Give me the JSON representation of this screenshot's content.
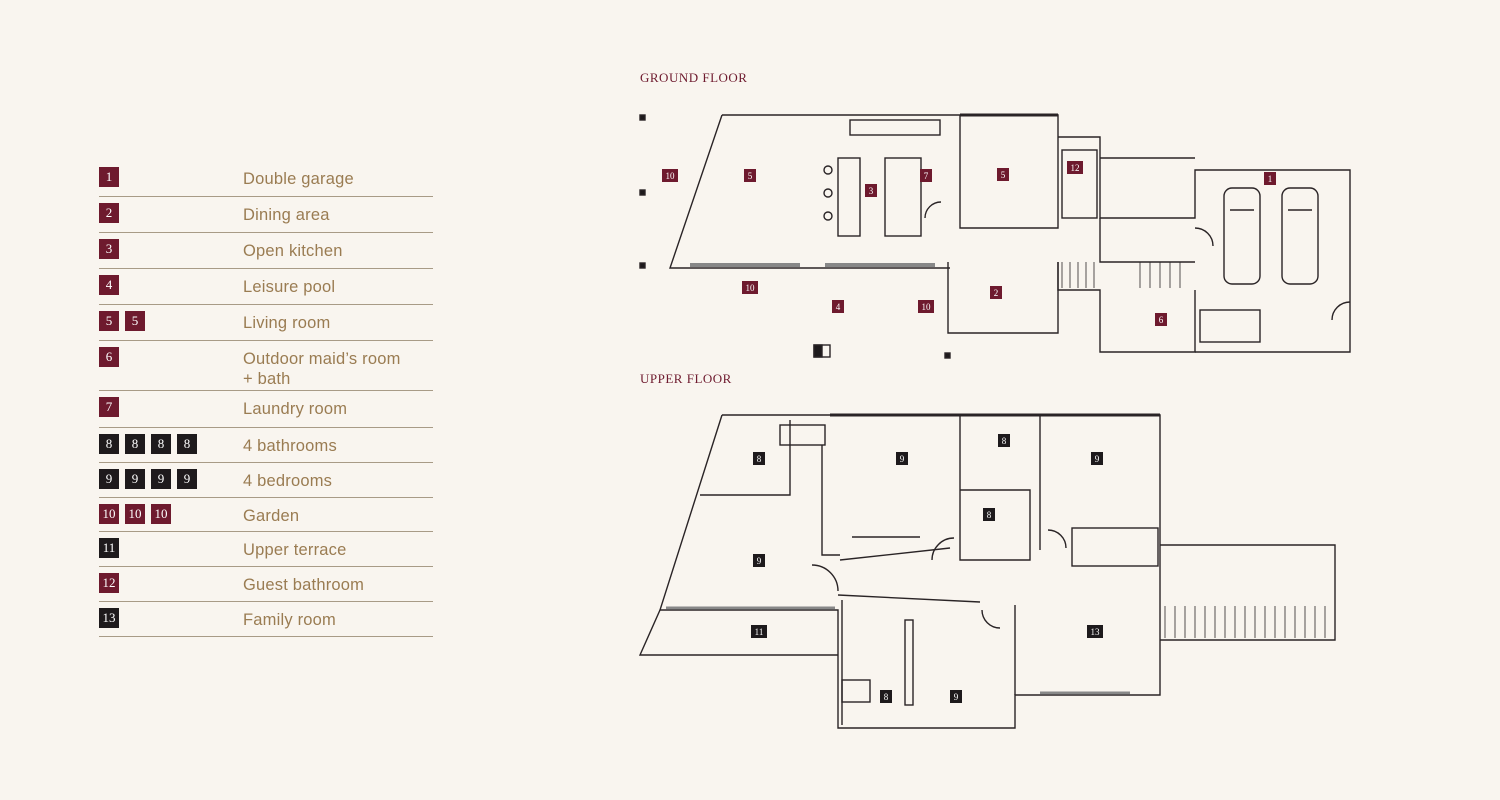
{
  "legend": [
    {
      "numbers": [
        "1"
      ],
      "color": "red",
      "label": "Double garage"
    },
    {
      "numbers": [
        "2"
      ],
      "color": "red",
      "label": "Dining area"
    },
    {
      "numbers": [
        "3"
      ],
      "color": "red",
      "label": "Open kitchen"
    },
    {
      "numbers": [
        "4"
      ],
      "color": "red",
      "label": "Leisure pool"
    },
    {
      "numbers": [
        "5",
        "5"
      ],
      "color": "red",
      "label": "Living room"
    },
    {
      "numbers": [
        "6"
      ],
      "color": "red",
      "label": "Outdoor maid’s room\n+ bath"
    },
    {
      "numbers": [
        "7"
      ],
      "color": "red",
      "label": "Laundry room"
    },
    {
      "numbers": [
        "8",
        "8",
        "8",
        "8"
      ],
      "color": "dark",
      "label": "4 bathrooms"
    },
    {
      "numbers": [
        "9",
        "9",
        "9",
        "9"
      ],
      "color": "dark",
      "label": "4 bedrooms"
    },
    {
      "numbers": [
        "10",
        "10",
        "10"
      ],
      "color": "red",
      "label": "Garden"
    },
    {
      "numbers": [
        "11"
      ],
      "color": "dark",
      "label": "Upper terrace"
    },
    {
      "numbers": [
        "12"
      ],
      "color": "red",
      "label": "Guest bathroom"
    },
    {
      "numbers": [
        "13"
      ],
      "color": "dark",
      "label": "Family room"
    }
  ],
  "ground_floor": {
    "title": "GROUND FLOOR",
    "tags": [
      {
        "n": "10",
        "color": "red"
      },
      {
        "n": "5",
        "color": "red"
      },
      {
        "n": "3",
        "color": "red"
      },
      {
        "n": "7",
        "color": "red"
      },
      {
        "n": "5",
        "color": "red"
      },
      {
        "n": "12",
        "color": "red"
      },
      {
        "n": "1",
        "color": "red"
      },
      {
        "n": "10",
        "color": "red"
      },
      {
        "n": "4",
        "color": "red"
      },
      {
        "n": "10",
        "color": "red"
      },
      {
        "n": "2",
        "color": "red"
      },
      {
        "n": "6",
        "color": "red"
      }
    ]
  },
  "upper_floor": {
    "title": "UPPER FLOOR",
    "tags": [
      {
        "n": "8",
        "color": "dark"
      },
      {
        "n": "9",
        "color": "dark"
      },
      {
        "n": "8",
        "color": "dark"
      },
      {
        "n": "9",
        "color": "dark"
      },
      {
        "n": "8",
        "color": "dark"
      },
      {
        "n": "9",
        "color": "dark"
      },
      {
        "n": "11",
        "color": "dark"
      },
      {
        "n": "13",
        "color": "dark"
      },
      {
        "n": "8",
        "color": "dark"
      },
      {
        "n": "9",
        "color": "dark"
      }
    ]
  },
  "colors": {
    "red": "#6e1a2e",
    "dark": "#1e1a1c",
    "label": "#9a7c52",
    "line": "#a89b86",
    "background": "#f9f5ef"
  }
}
